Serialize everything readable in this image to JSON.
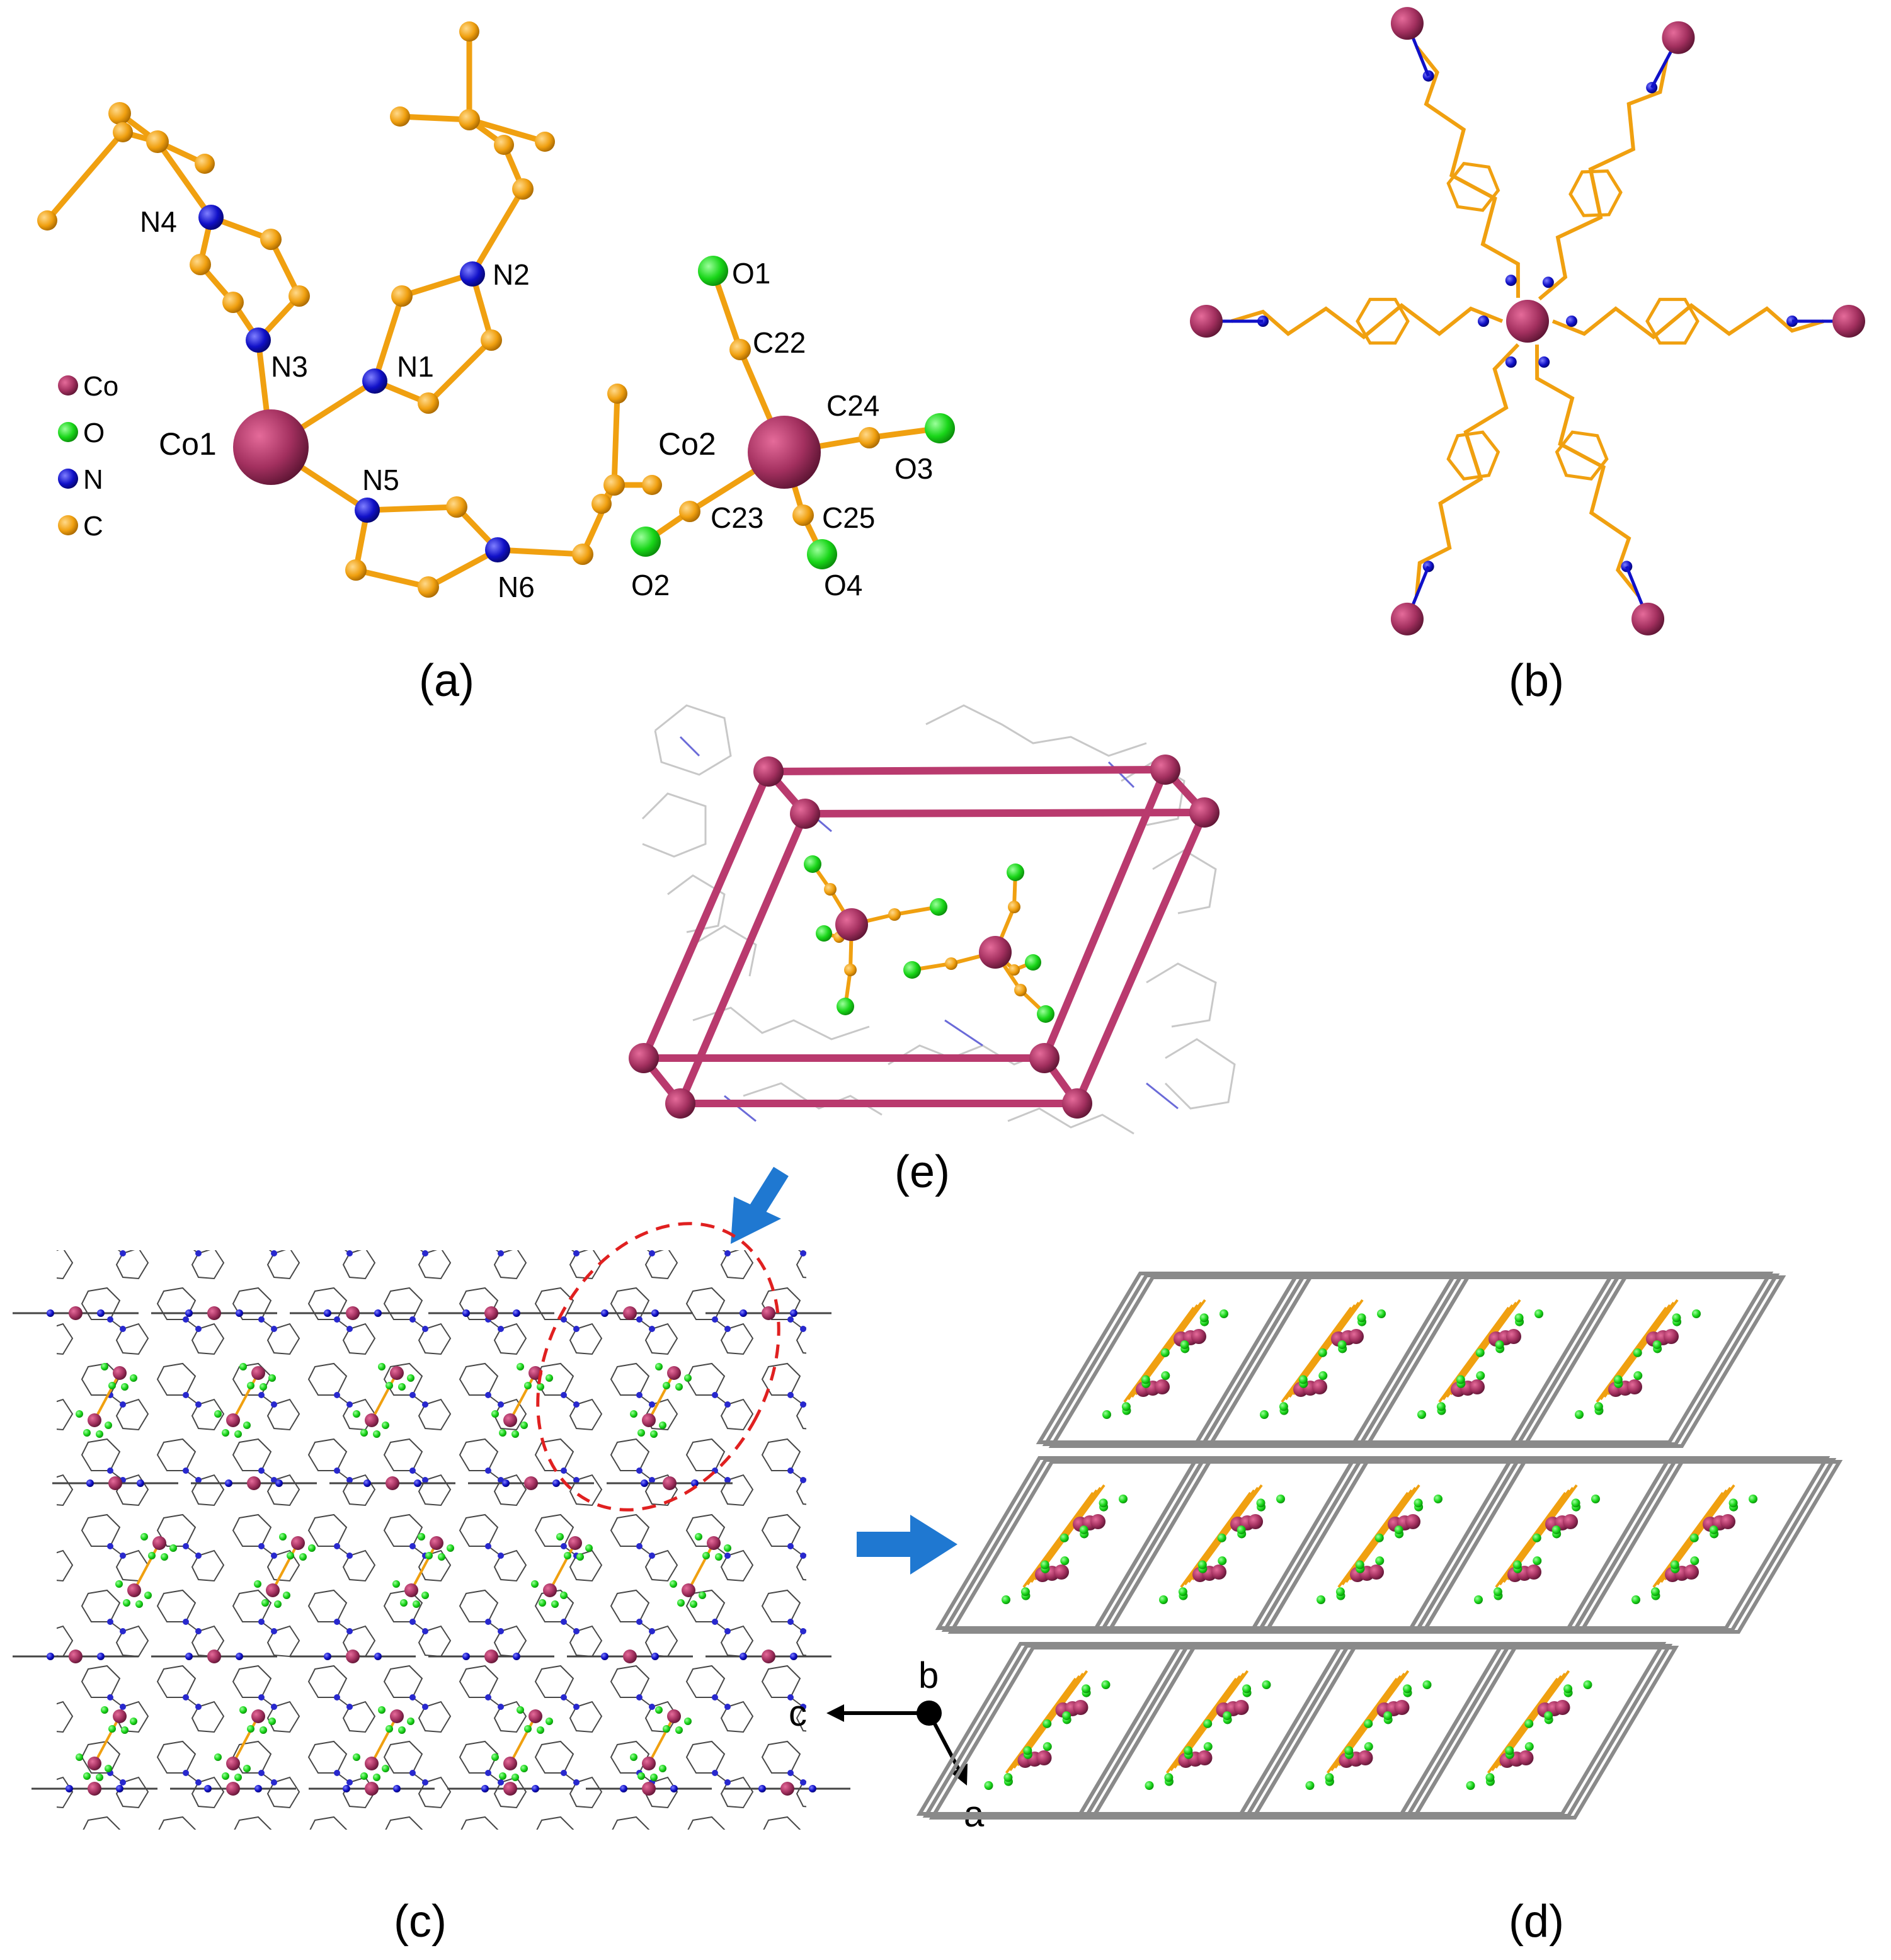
{
  "panels": {
    "a": "(a)",
    "b": "(b)",
    "c": "(c)",
    "d": "(d)",
    "e": "(e)"
  },
  "legend": {
    "items": [
      {
        "label": "Co",
        "color": "#a3305f"
      },
      {
        "label": "O",
        "color": "#19d619"
      },
      {
        "label": "N",
        "color": "#1010c8"
      },
      {
        "label": "C",
        "color": "#f0a010"
      }
    ]
  },
  "atom_labels": {
    "co1": "Co1",
    "co2": "Co2",
    "n1": "N1",
    "n2": "N2",
    "n3": "N3",
    "n4": "N4",
    "n5": "N5",
    "n6": "N6",
    "o1": "O1",
    "o2": "O2",
    "o3": "O3",
    "o4": "O4",
    "c22": "C22",
    "c23": "C23",
    "c24": "C24",
    "c25": "C25"
  },
  "axes": {
    "b": "b",
    "c": "c",
    "a": "a"
  },
  "colors": {
    "co": "#a3305f",
    "o": "#19d619",
    "n": "#1010c8",
    "c": "#f0a010",
    "cell_edge": "#b93a6e",
    "frame_grey": "#8a8a8a",
    "arrow_blue": "#1f78d1",
    "dashed_red": "#e02020"
  }
}
